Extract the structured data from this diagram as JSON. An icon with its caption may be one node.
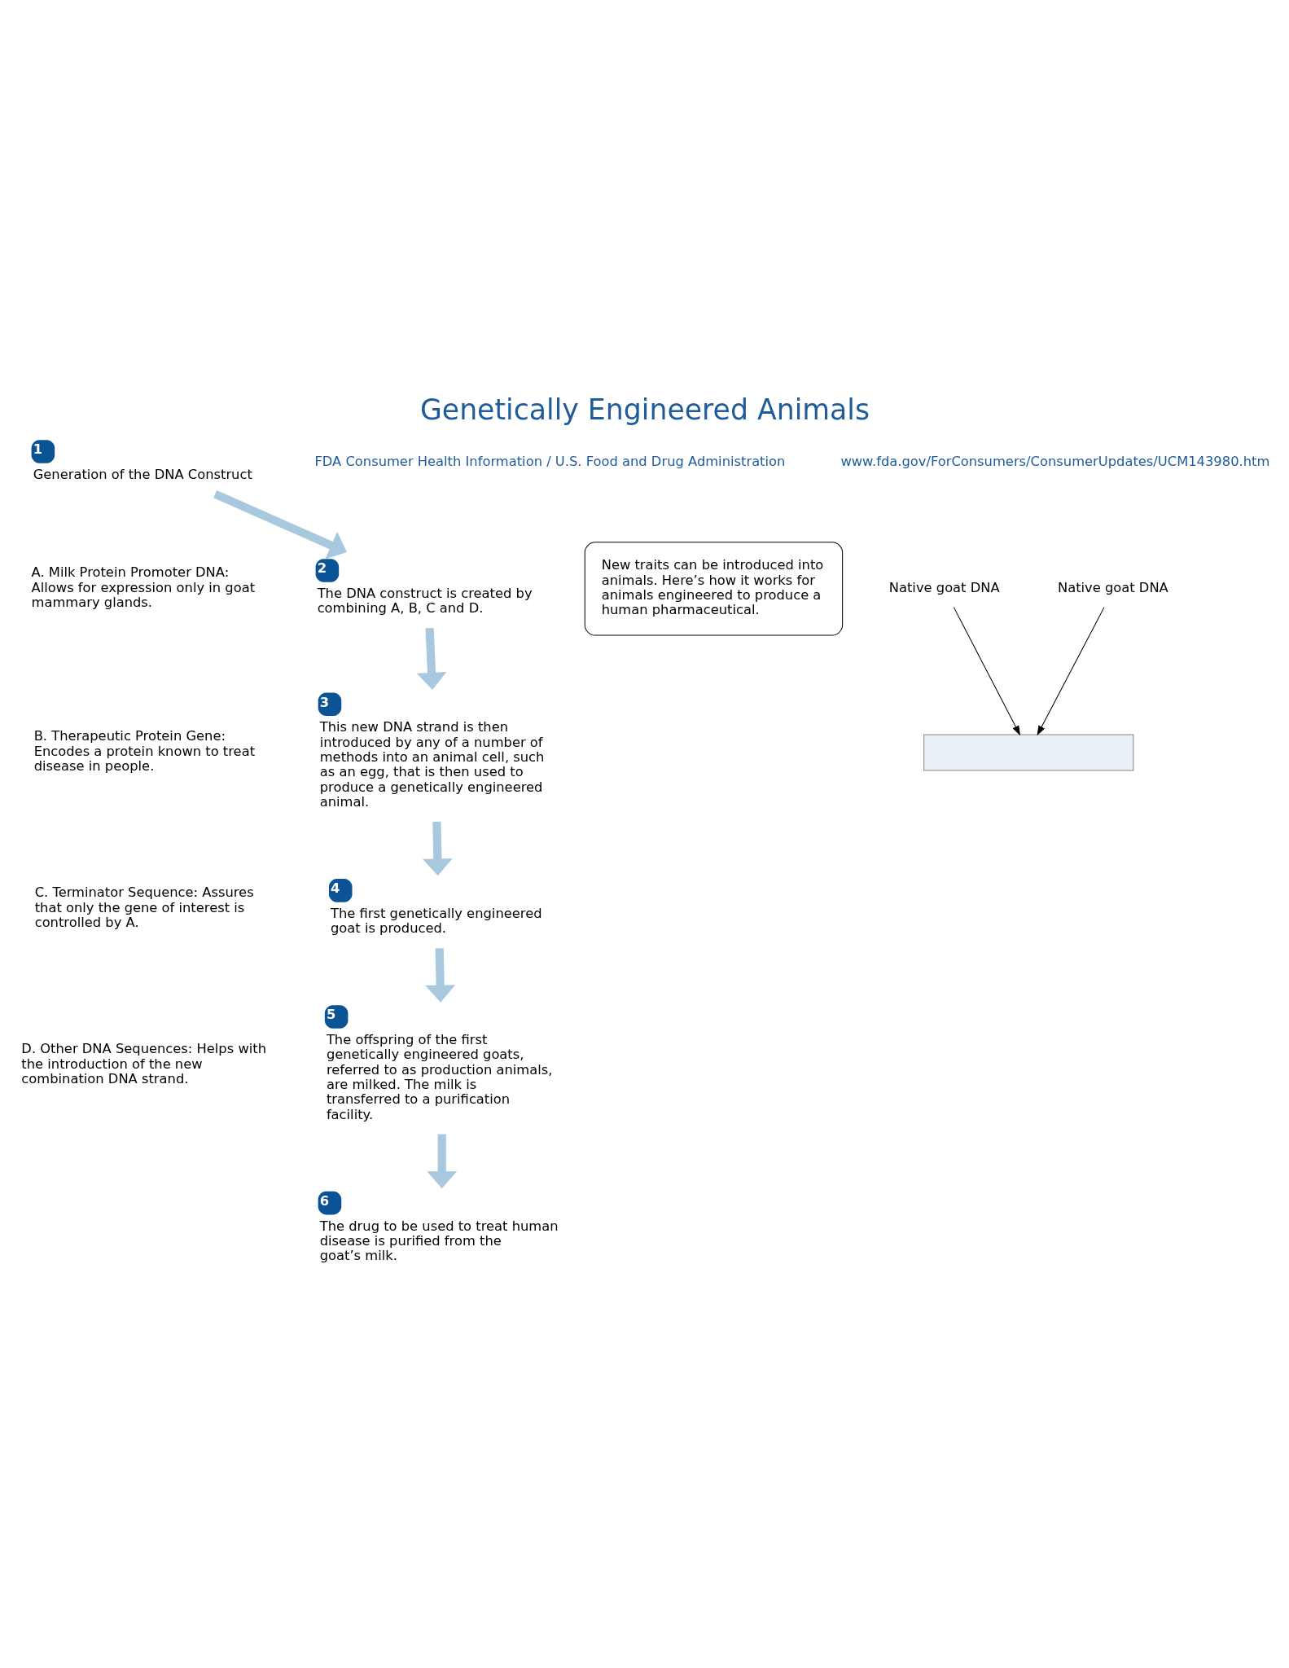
{
  "diagram": {
    "title": "Genetically Engineered Animals",
    "nodes": [
      {
        "text": [
          "1",
          "Generation of the DNA Construct"
        ]
      },
      {
        "text": [
          "A. Milk Protein Promoter DNA: Allows for expression only in goat mammary glands."
        ]
      },
      {
        "text": [
          "B. Therapeutic Protein Gene: Encodes a protein known to treat disease in people."
        ]
      },
      {
        "text": [
          "C. Terminator Sequence: Assures that only the gene of interest is controlled by A."
        ]
      },
      {
        "text": [
          "D. Other DNA Sequences: Helps with the introduction of the new combination DNA strand."
        ]
      },
      {
        "text": [
          "New traits can be introduced into animals. Here’s how it works for animals engineered to produce a human pharmaceutical."
        ]
      },
      {
        "text": [
          "2",
          "The DNA construct is created by combining A, B, C and D."
        ]
      },
      {
        "text": [
          "Native goat DNA"
        ]
      },
      {
        "text": [
          "6",
          "The drug to be used to treat human disease is purified from the goat’s milk."
        ]
      },
      {
        "text": [
          "Native goat DNA"
        ]
      },
      {
        "text": [],
        "shape": "box"
      },
      {
        "text": [
          "3",
          "This new DNA strand is then introduced by any of a number of methods into an animal cell, such as an egg, that is then used to produce a genetically engineered animal."
        ]
      },
      {
        "text": [
          "5",
          "The offspring of the first genetically engineered goats, referred to as production animals, are milked. The milk is transferred to a purification facility."
        ]
      },
      {
        "text": [
          "4",
          "The first genetically engineered goat is produced."
        ]
      }
    ],
    "edges": [
      {
        "from": 0,
        "to": 6,
        "arrow": "to"
      },
      {
        "from": 6,
        "to": 11,
        "arrow": "to"
      },
      {
        "from": 11,
        "to": 13,
        "arrow": "to"
      },
      {
        "from": 13,
        "to": 12,
        "arrow": "to"
      },
      {
        "from": 12,
        "to": 8,
        "arrow": "to"
      },
      {
        "from": 9,
        "to": 10,
        "arrow": "to",
        "color": "#000000"
      },
      {
        "from": 7,
        "to": 10,
        "arrow": "to",
        "color": "#000000"
      }
    ],
    "labels": [
      "FDA Consumer Health Information / U.S. Food and Drug Administration",
      "www.fda.gov/ForConsumers/ConsumerUpdates/UCM143980.htm"
    ]
  }
}
